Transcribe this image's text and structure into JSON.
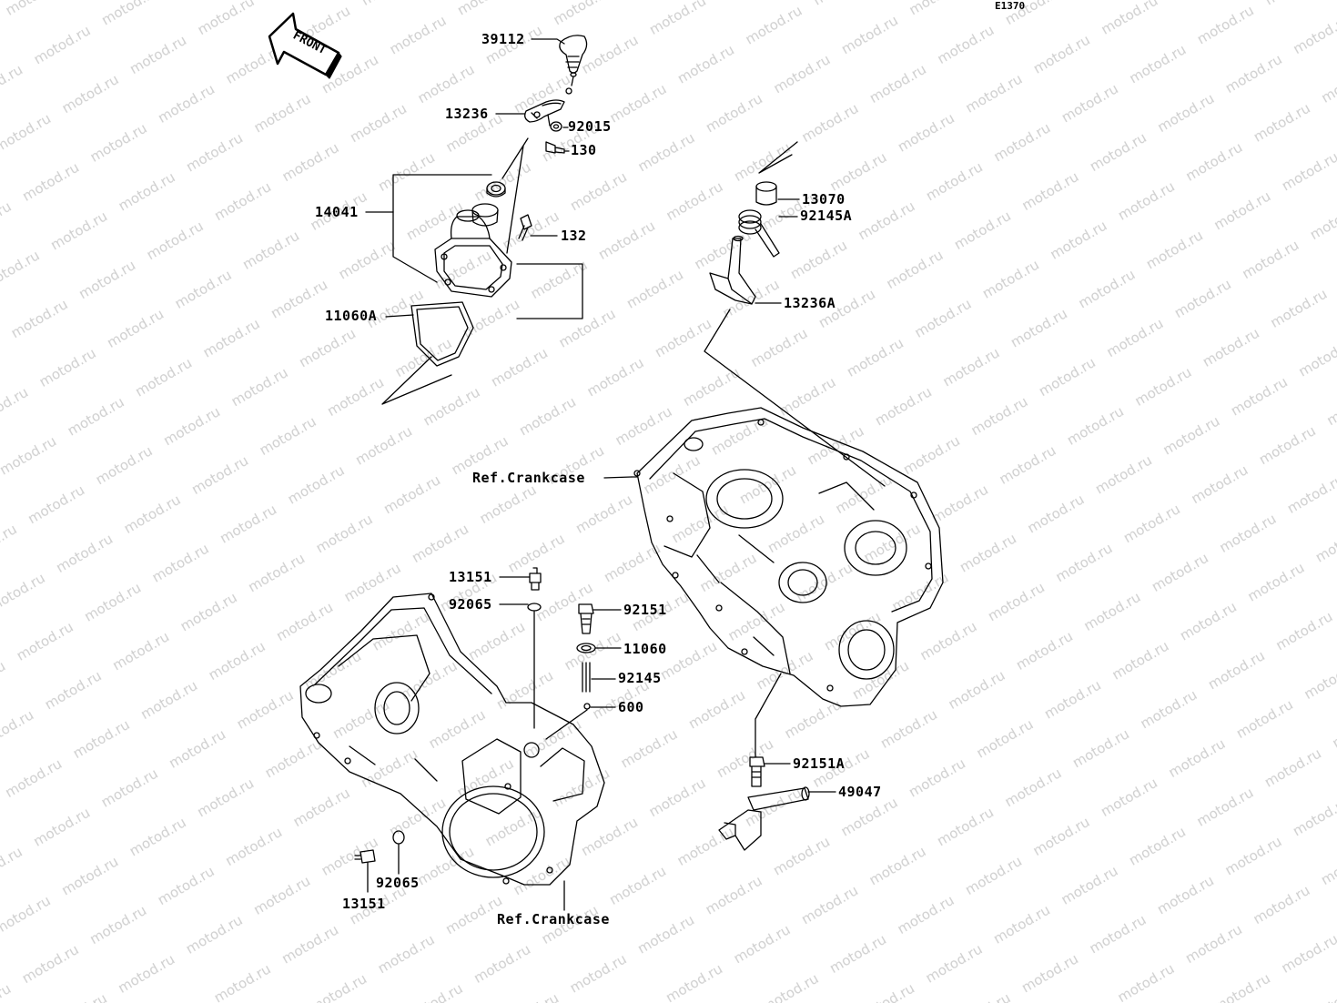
{
  "diagram": {
    "code": "E1370",
    "front_label": "FRONT",
    "watermark_text": "motod.ru",
    "colors": {
      "line": "#000000",
      "background": "#ffffff",
      "watermark": "#c9c9c9"
    },
    "parts": [
      {
        "id": "p1",
        "label": "39112"
      },
      {
        "id": "p2",
        "label": "13236"
      },
      {
        "id": "p3",
        "label": "92015"
      },
      {
        "id": "p4",
        "label": "130"
      },
      {
        "id": "p5",
        "label": "14041"
      },
      {
        "id": "p6",
        "label": "132"
      },
      {
        "id": "p7",
        "label": "11060A"
      },
      {
        "id": "p8",
        "label": "13070"
      },
      {
        "id": "p9",
        "label": "92145A"
      },
      {
        "id": "p10",
        "label": "13236A"
      },
      {
        "id": "p11",
        "label": "Ref.Crankcase"
      },
      {
        "id": "p12",
        "label": "13151"
      },
      {
        "id": "p13",
        "label": "92065"
      },
      {
        "id": "p14",
        "label": "92151"
      },
      {
        "id": "p15",
        "label": "11060"
      },
      {
        "id": "p16",
        "label": "92145"
      },
      {
        "id": "p17",
        "label": "600"
      },
      {
        "id": "p18",
        "label": "92151A"
      },
      {
        "id": "p19",
        "label": "49047"
      },
      {
        "id": "p20",
        "label": "92065"
      },
      {
        "id": "p21",
        "label": "13151"
      },
      {
        "id": "p22",
        "label": "Ref.Crankcase"
      }
    ]
  }
}
